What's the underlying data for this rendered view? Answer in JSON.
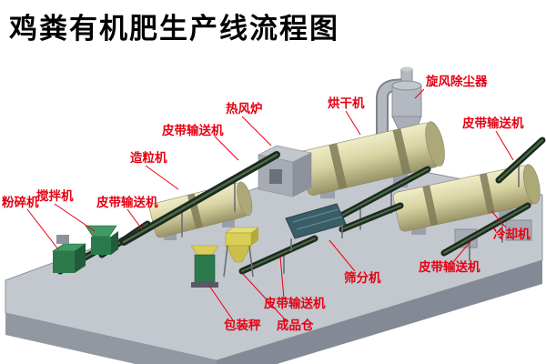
{
  "title": "鸡粪有机肥生产线流程图",
  "labels": {
    "cyclone_dust_collector": "旋风除尘器",
    "hot_air_furnace": "热风炉",
    "dryer": "烘干机",
    "granulator": "造粒机",
    "crusher": "粉碎机",
    "mixer": "搅拌机",
    "cooler": "冷却机",
    "screener": "筛分机",
    "packing_scale": "包装秤",
    "finished_product_bin": "成品仓",
    "belt_conveyor": "皮带输送机"
  },
  "colors": {
    "label_text": "#e60012",
    "title_text": "#000000",
    "platform_top": "#c3c7ce",
    "platform_front": "#9298a2",
    "drum_body": "#d8d4a2",
    "steel_gray": "#a9aeb7",
    "belt_dark": "#1e2a20",
    "machine_green": "#2c7a4c",
    "screener_blue": "#3a5d68",
    "bin_yellow": "#d9ce57"
  }
}
